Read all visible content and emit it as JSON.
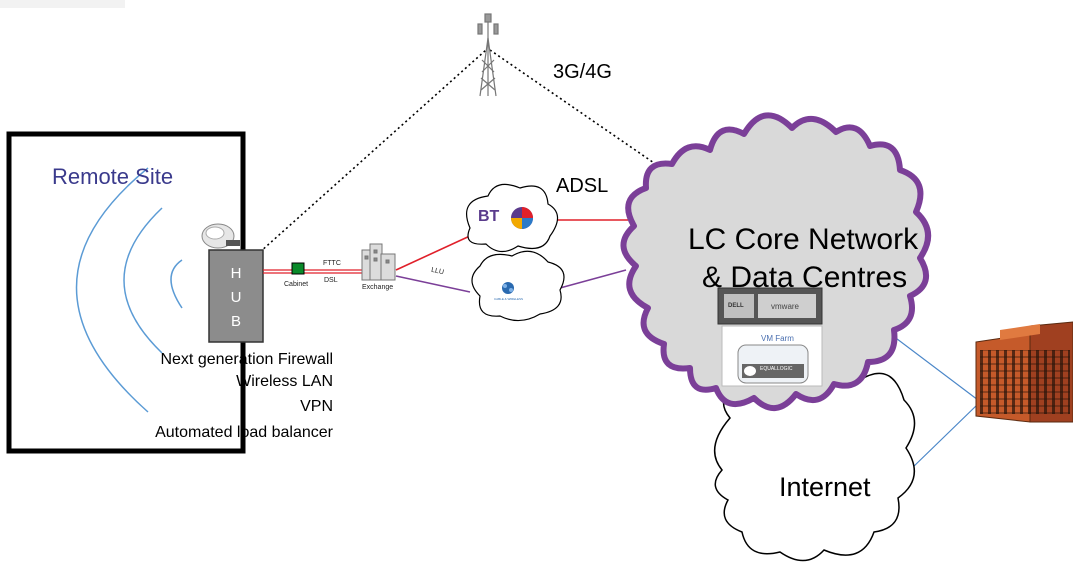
{
  "remote_site": {
    "title": "Remote Site",
    "hub_letters": [
      "H",
      "U",
      "B"
    ],
    "features": [
      "Next generation Firewall",
      "Wireless LAN",
      "VPN",
      "Automated load balancer"
    ]
  },
  "links": {
    "cabinet": "Cabinet",
    "fttc": "FTTC",
    "dsl": "DSL",
    "exchange": "Exchange",
    "llu": "LLU",
    "mobile": "3G/4G",
    "adsl": "ADSL"
  },
  "providers": {
    "bt": "BT",
    "cable_wireless": "CABLE & WIRELESS"
  },
  "core": {
    "line1": "LC Core Network",
    "line2": "& Data Centres",
    "vm_farm": "VM Farm",
    "vmware": "vmware",
    "dell": "DELL",
    "equallogic": "EQUALLOGIC"
  },
  "internet": {
    "label": "Internet"
  },
  "colors": {
    "core_outline": "#7b3f98",
    "core_fill": "#d9d9d9",
    "adsl_link": "#e0202a",
    "llu_link": "#7b3f98",
    "office_link": "#4a86c8",
    "arc": "#5b9bd5",
    "hub": "#8c8c8c",
    "title_text": "#3a3a8c"
  },
  "icons": [
    "mobile-tower-icon",
    "satellite-dish-icon",
    "cabinet-icon",
    "exchange-building-icon",
    "office-building-icon"
  ]
}
